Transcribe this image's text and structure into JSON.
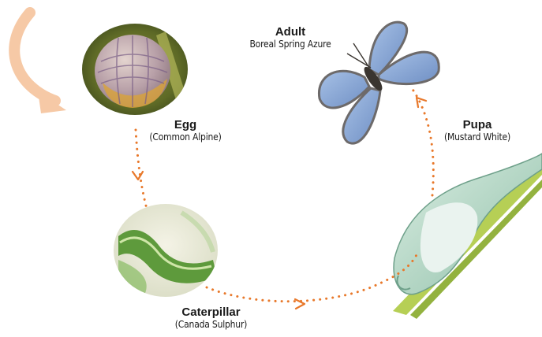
{
  "stages": {
    "egg": {
      "name": "Egg",
      "species": "(Common Alpine)"
    },
    "caterpillar": {
      "name": "Caterpillar",
      "species": "(Canada Sulphur)"
    },
    "pupa": {
      "name": "Pupa",
      "species": "(Mustard White)"
    },
    "adult": {
      "name": "Adult",
      "species": "Boreal Spring Azure"
    }
  },
  "colors": {
    "cycle_dots": "#e8782a",
    "intro_arrow": "#f6c9a6",
    "stem_green": "#b6cf55",
    "butterfly_blue": "#8aaad6"
  }
}
